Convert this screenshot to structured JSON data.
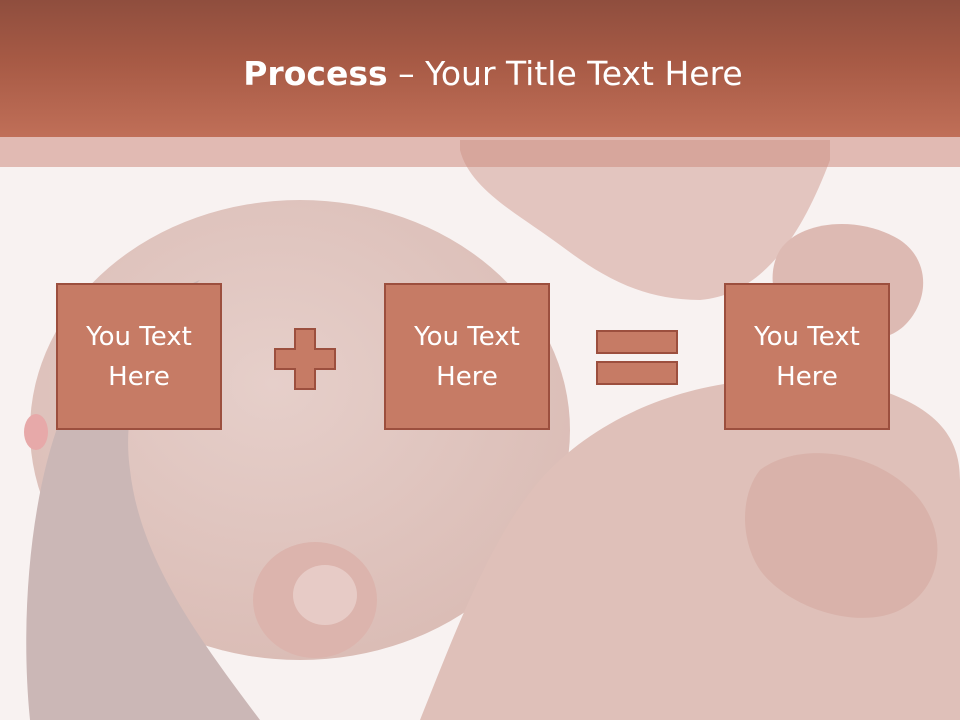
{
  "slide": {
    "title_bold": "Process",
    "title_rest": " – Your Title Text Here",
    "boxes": [
      {
        "text": "You Text Here"
      },
      {
        "text": "You Text Here"
      },
      {
        "text": "You Text Here"
      }
    ],
    "operators": [
      "plus-icon",
      "equals-icon"
    ],
    "colors": {
      "header": "#a75a45",
      "box_fill": "#c67b65",
      "box_border": "#9c4f3e",
      "text": "#ffffff"
    }
  }
}
